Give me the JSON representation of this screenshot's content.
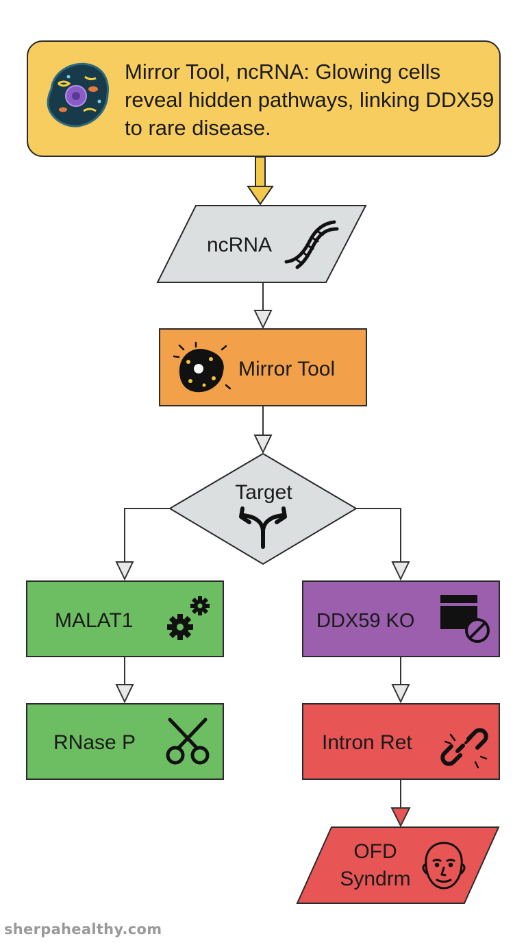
{
  "header": {
    "text": "Mirror Tool, ncRNA: Glowing cells reveal hidden pathways, linking DDX59 to rare disease."
  },
  "nodes": {
    "ncrna": {
      "label": "ncRNA"
    },
    "mirror_tool": {
      "label": "Mirror Tool"
    },
    "target": {
      "label": "Target"
    },
    "malat1": {
      "label": "MALAT1"
    },
    "ddx59_ko": {
      "label": "DDX59 KO"
    },
    "rnase_p": {
      "label": "RNase P"
    },
    "intron_ret": {
      "label": "Intron Ret"
    },
    "ofd": {
      "line1": "OFD",
      "line2": "Syndrm"
    }
  },
  "icons": {
    "header": "cell-icon",
    "ncrna": "dna-icon",
    "mirror_tool": "glowing-cell-icon",
    "target": "split-arrow-icon",
    "malat1": "gears-icon",
    "ddx59_ko": "blocked-window-icon",
    "rnase_p": "scissors-icon",
    "intron_ret": "broken-link-icon",
    "ofd": "face-icon"
  },
  "colors": {
    "header_fill": "#f6cd5e",
    "gray_fill": "#dcdfe0",
    "orange_fill": "#f2a04a",
    "green_fill": "#6dbd62",
    "purple_fill": "#9b5fae",
    "red_fill": "#e85555",
    "yellow_arrow": "#f3c94d",
    "red_arrow": "#e85555"
  },
  "footer": {
    "watermark": "sherpahealthy.com"
  }
}
